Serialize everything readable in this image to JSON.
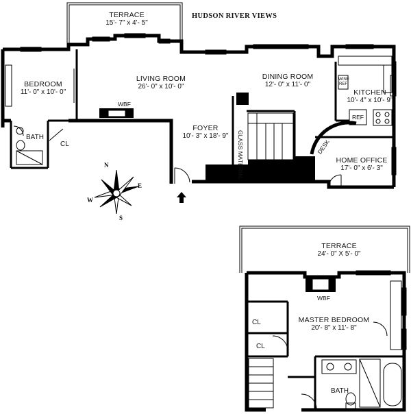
{
  "header": {
    "views": "HUDSON RIVER VIEWS"
  },
  "upper_floor": {
    "terrace": {
      "name": "TERRACE",
      "dims": "15'- 7\" x 4'- 5\""
    },
    "bedroom": {
      "name": "BEDROOM",
      "dims": "11'- 0\" x 10'- 0\""
    },
    "living_room": {
      "name": "LIVING ROOM",
      "dims": "26'- 0\" x 10'- 0\""
    },
    "dining_room": {
      "name": "DINING ROOM",
      "dims": "12'- 0\" x 11'- 0\""
    },
    "kitchen": {
      "name": "KITCHEN",
      "dims": "10'- 4\" x 10'- 9\""
    },
    "foyer": {
      "name": "FOYER",
      "dims": "10'- 3\" x 18'- 9\""
    },
    "home_office": {
      "name": "HOME OFFICE",
      "dims": "17'- 0\" x 6'- 3\""
    },
    "wbf": "WBF",
    "bath": "BATH",
    "closet": "CL",
    "glass_material": "GLASS MATERIAL",
    "desk": "DESK",
    "ref": "REF",
    "wine_ref": "WINE REF"
  },
  "lower_floor": {
    "terrace": {
      "name": "TERRACE",
      "dims": "24'- 0\" X 5'- 0\""
    },
    "master_bedroom": {
      "name": "MASTER BEDROOM",
      "dims": "20'- 8\" x 11'- 8\""
    },
    "wbf": "WBF",
    "closet_1": "CL",
    "closet_2": "CL",
    "bath": "BATH"
  },
  "compass": {
    "n": "N",
    "e": "E",
    "s": "S",
    "w": "W"
  }
}
